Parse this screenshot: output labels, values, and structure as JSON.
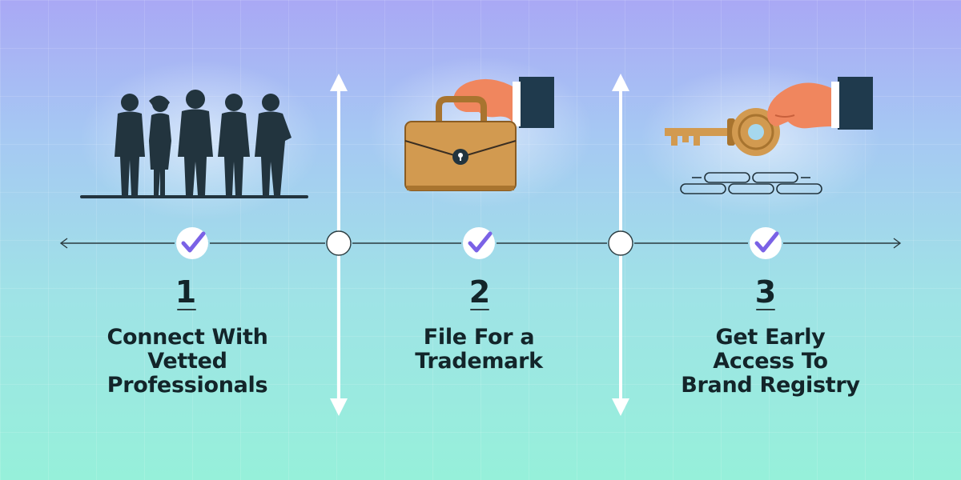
{
  "steps": [
    {
      "number": "1",
      "label_lines": [
        "Connect With",
        "Vetted",
        "Professionals"
      ],
      "illustration": "business-people-icon"
    },
    {
      "number": "2",
      "label_lines": [
        "File For a",
        "Trademark"
      ],
      "illustration": "briefcase-hand-icon"
    },
    {
      "number": "3",
      "label_lines": [
        "Get Early",
        "Access To",
        "Brand Registry"
      ],
      "illustration": "key-hand-icon"
    }
  ],
  "colors": {
    "text": "#13252a",
    "silhouette": "#22343e",
    "tan": "#d29a50",
    "tan_dark": "#a8742f",
    "skin": "#f0865e",
    "sleeve": "#1f3a4d",
    "check": "#7a62e6",
    "line": "#2b3b3f",
    "white": "#ffffff"
  }
}
